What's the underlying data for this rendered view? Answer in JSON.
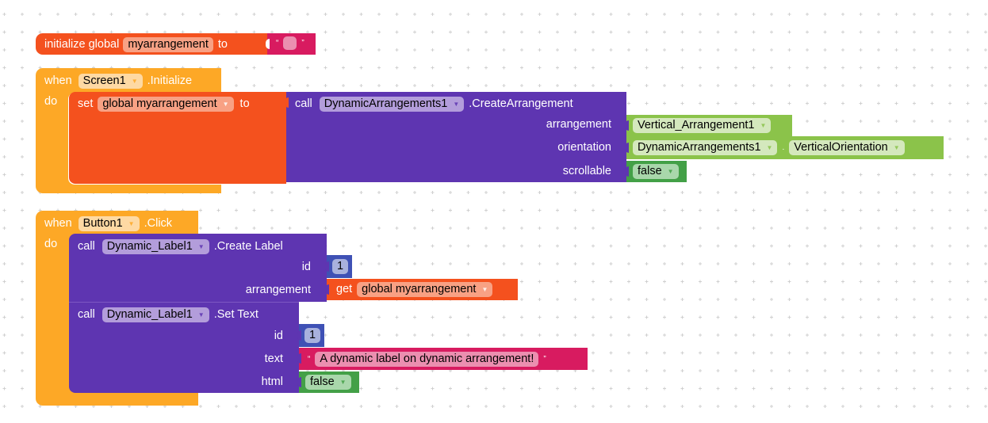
{
  "workspace": {
    "grid_color": "#d0d0d0"
  },
  "colors": {
    "variables": "#f4511e",
    "variables_field": "#f8a184",
    "events": "#fda826",
    "events_field": "#fed9a3",
    "component": "#5e35b1",
    "component_field": "#b39ddb",
    "component_ref": "#8bc34a",
    "component_ref_field": "#d4e8bd",
    "logic": "#43a047",
    "logic_field": "#a9d7ab",
    "text": "#d81b60",
    "text_field": "#eb8fb0",
    "math": "#3f51b5",
    "math_field": "#a8b1dd"
  },
  "blocks": {
    "init_global": {
      "prefix": "initialize global",
      "name": "myarrangement",
      "to": "to",
      "open_quote": "“",
      "close_quote": "”",
      "value": ""
    },
    "screen_init": {
      "when": "when",
      "component": "Screen1",
      "event": ".Initialize",
      "do": "do",
      "set_block": {
        "set": "set",
        "variable": "global myarrangement",
        "to": "to"
      },
      "call_block": {
        "call": "call",
        "component": "DynamicArrangements1",
        "method": ".CreateArrangement",
        "params": [
          {
            "name": "arrangement",
            "value": "Vertical_Arrangement1"
          },
          {
            "name": "orientation",
            "component": "DynamicArrangements1",
            "dot": ".",
            "value": "VerticalOrientation"
          },
          {
            "name": "scrollable",
            "value": "false"
          }
        ]
      }
    },
    "button_click": {
      "when": "when",
      "component": "Button1",
      "event": ".Click",
      "do": "do",
      "create_label": {
        "call": "call",
        "component": "Dynamic_Label1",
        "method": ".Create Label",
        "params": [
          {
            "name": "id",
            "value": "1"
          },
          {
            "name": "arrangement",
            "get": "get",
            "value": "global myarrangement"
          }
        ]
      },
      "set_text": {
        "call": "call",
        "component": "Dynamic_Label1",
        "method": ".Set Text",
        "params": [
          {
            "name": "id",
            "value": "1"
          },
          {
            "name": "text",
            "open_quote": "“",
            "close_quote": "”",
            "value": "A dynamic label on dynamic arrangement!"
          },
          {
            "name": "html",
            "value": "false"
          }
        ]
      }
    }
  }
}
